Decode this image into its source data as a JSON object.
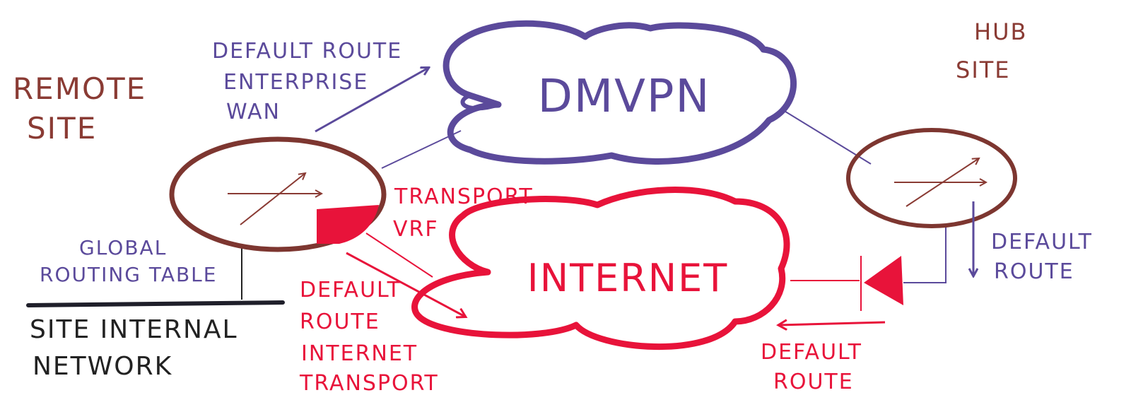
{
  "colors": {
    "purple": "#5b4a9b",
    "red": "#e8133a",
    "brown": "#7d3630",
    "dark": "#1f1f2a"
  },
  "labels": {
    "remote_site": [
      "REMOTE",
      "SITE"
    ],
    "hub_site": [
      "HUB",
      "SITE"
    ],
    "default_route_enterprise_wan": [
      "DEFAULT ROUTE",
      "ENTERPRISE",
      "WAN"
    ],
    "transport_vrf": [
      "TRANSPORT",
      "VRF"
    ],
    "global_routing_table": [
      "GLOBAL",
      "ROUTING TABLE"
    ],
    "site_internal_network": [
      "SITE INTERNAL",
      "NETWORK"
    ],
    "default_route_internet_transport": [
      "DEFAULT",
      "ROUTE",
      "INTERNET",
      "TRANSPORT"
    ],
    "hub_default_route_right": [
      "DEFAULT",
      "ROUTE"
    ],
    "hub_default_route_bottom": [
      "DEFAULT",
      "ROUTE"
    ]
  },
  "clouds": {
    "dmvpn": "DMVPN",
    "internet": "INTERNET"
  },
  "icons": {
    "router": "router-icon",
    "firewall": "firewall-icon"
  }
}
